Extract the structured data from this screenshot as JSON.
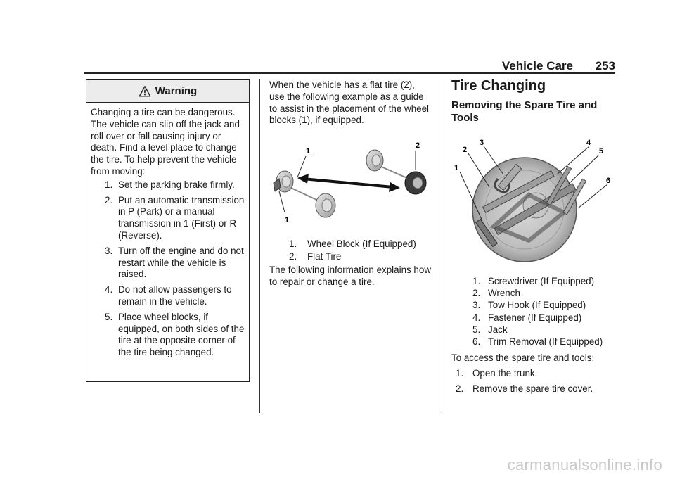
{
  "header": {
    "section": "Vehicle Care",
    "page_number": "253"
  },
  "warning": {
    "title": "Warning",
    "intro": "Changing a tire can be dangerous. The vehicle can slip off the jack and roll over or fall causing injury or death. Find a level place to change the tire. To help prevent the vehicle from moving:",
    "steps": [
      {
        "num": "1.",
        "text": "Set the parking brake firmly."
      },
      {
        "num": "2.",
        "text": "Put an automatic transmission in P (Park) or a manual transmission in 1 (First) or R (Reverse)."
      },
      {
        "num": "3.",
        "text": "Turn off the engine and do not restart while the vehicle is raised."
      },
      {
        "num": "4.",
        "text": "Do not allow passengers to remain in the vehicle."
      },
      {
        "num": "5.",
        "text": "Place wheel blocks, if equipped, on both sides of the tire at the opposite corner of the tire being changed."
      }
    ]
  },
  "middle": {
    "intro": "When the vehicle has a flat tire (2), use the following example as a guide to assist in the placement of the wheel blocks (1), if equipped.",
    "figure_labels": {
      "a": "1",
      "b": "2",
      "c": "1"
    },
    "caption": [
      {
        "num": "1.",
        "text": "Wheel Block (If Equipped)"
      },
      {
        "num": "2.",
        "text": "Flat Tire"
      }
    ],
    "outro": "The following information explains how to repair or change a tire."
  },
  "right": {
    "heading": "Tire Changing",
    "subheading": "Removing the Spare Tire and Tools",
    "figure_labels": [
      "1",
      "2",
      "3",
      "4",
      "5",
      "6"
    ],
    "caption": [
      {
        "num": "1.",
        "text": "Screwdriver (If Equipped)"
      },
      {
        "num": "2.",
        "text": "Wrench"
      },
      {
        "num": "3.",
        "text": "Tow Hook (If Equipped)"
      },
      {
        "num": "4.",
        "text": "Fastener (If Equipped)"
      },
      {
        "num": "5.",
        "text": "Jack"
      },
      {
        "num": "6.",
        "text": "Trim Removal (If Equipped)"
      }
    ],
    "access_intro": "To access the spare tire and tools:",
    "access_steps": [
      {
        "num": "1.",
        "text": "Open the trunk."
      },
      {
        "num": "2.",
        "text": "Remove the spare tire cover."
      }
    ]
  },
  "watermark": "carmanualsonline.info"
}
